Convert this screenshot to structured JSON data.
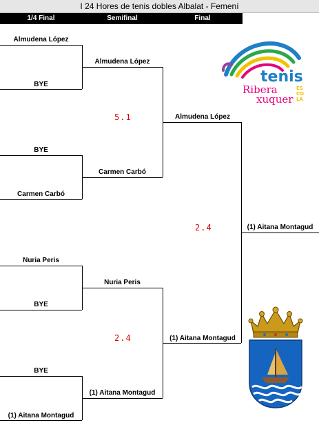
{
  "title": "I 24 Hores de tenis dobles Albalat - Femení",
  "headers": {
    "quarter": "1/4 Final",
    "semi": "Semifinal",
    "final": "Final"
  },
  "quarterfinal": {
    "p1": "Almudena López",
    "p2": "BYE",
    "p3": "BYE",
    "p4": "Carmen Carbó",
    "p5": "Nuria Peris",
    "p6": "BYE",
    "p7": "BYE",
    "p8": "(1) Aitana Montagud"
  },
  "semifinal": {
    "s1": "Almudena López",
    "s2": "Carmen Carbó",
    "s3": "Nuria Peris",
    "s4": "(1) Aitana Montagud",
    "score_top": "5.1",
    "score_bottom": "2.4"
  },
  "final": {
    "f1": "Almudena López",
    "f2": "(1) Aitana Montagud",
    "score": "2.4"
  },
  "winner": "(1) Aitana Montagud",
  "logo": {
    "brand": "tenis",
    "sub1": "Ribera",
    "sub2": "xuquer",
    "sub3": "ES CO LA"
  },
  "colors": {
    "score": "#e00000",
    "header_bg": "#000000",
    "title_bg": "#e6e6e6"
  }
}
